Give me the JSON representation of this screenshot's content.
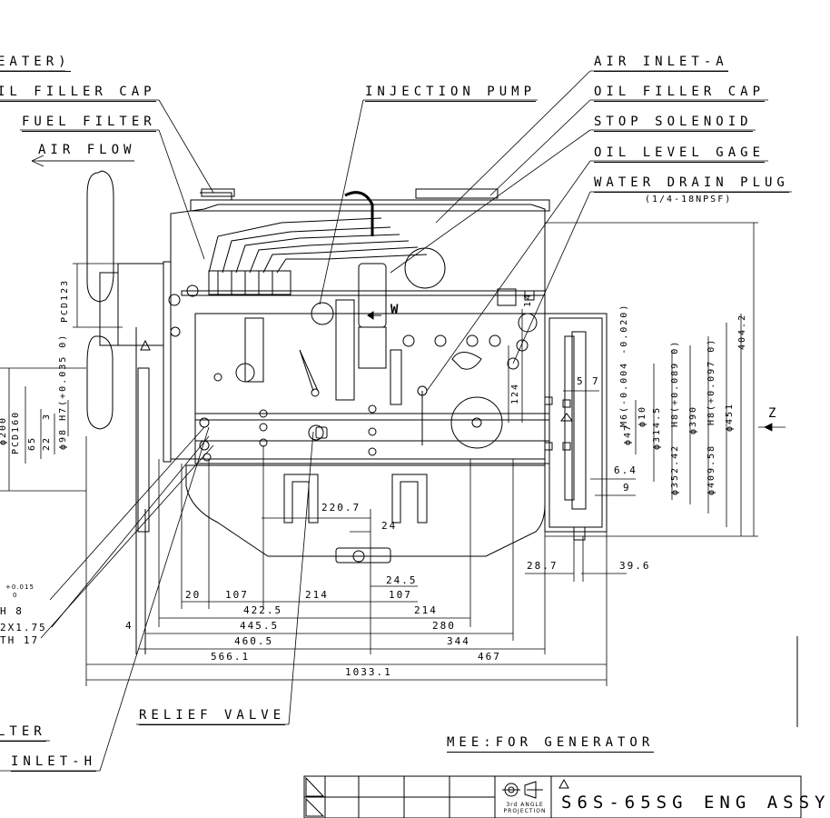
{
  "labels": {
    "heater": "EATER)",
    "oil_filler_cap_left": "IL FILLER CAP",
    "fuel_filter": "FUEL FILTER",
    "air_flow": "AIR FLOW",
    "injection_pump": "INJECTION PUMP",
    "air_inlet_a": "AIR INLET-A",
    "oil_filler_cap_right": "OIL FILLER CAP",
    "stop_solenoid": "STOP SOLENOID",
    "oil_level_gage": "OIL LEVEL GAGE",
    "water_drain_plug": "WATER DRAIN PLUG",
    "water_drain_plug_spec": "(1/4-18NPSF)",
    "relief_valve": "RELIEF VALVE",
    "filter_left": "LTER",
    "air_inlet_h": "INLET-H",
    "mee_for_generator": "MEE:FOR GENERATOR",
    "view_w": "W",
    "view_z": "Z"
  },
  "left_notes": {
    "tol_upper": "+0.015",
    "tol_lower": "0",
    "h8": "H 8",
    "thread": "2X1.75",
    "depth": "TH 17"
  },
  "dims_horizontal": {
    "d220_7": "220.7",
    "d24": "24",
    "d24_5": "24.5",
    "d107a": "107",
    "d20": "20",
    "d107b": "107",
    "d214a": "214",
    "d422_5": "422.5",
    "d214b": "214",
    "d445_5": "445.5",
    "d280": "280",
    "d4": "4",
    "d460_5": "460.5",
    "d344": "344",
    "d566_1": "566.1",
    "d467": "467",
    "d1033_1": "1033.1",
    "d28_7": "28.7",
    "d39_6": "39.6",
    "d6_4": "6.4",
    "d9": "9",
    "d5": "5",
    "d7": "7"
  },
  "dims_vertical": {
    "pcd123": "PCD123",
    "h7": "ϕ98 H7(+0.035 0)",
    "d3": "3",
    "d22": "22",
    "d65": "65",
    "pcd160": "PCD160",
    "d200": "ϕ200",
    "d14": "14",
    "d124": "124",
    "m6": "M6(-0.004 -0.020)",
    "d47": "ϕ47",
    "d10": "ϕ10",
    "d314_5": "ϕ314.5",
    "h8_089": "H8(+0.089 0)",
    "d352_42": "ϕ352.42",
    "d390": "ϕ390",
    "h8_097": "H8(+0.097 0)",
    "d409_58": "ϕ409.58",
    "d451": "ϕ451",
    "d404_2": "404.2"
  },
  "title_block": {
    "title": "S6S-65SG ENG ASSY",
    "projection": "3rd ANGLE PROJECTION",
    "revision_mark": "△"
  }
}
